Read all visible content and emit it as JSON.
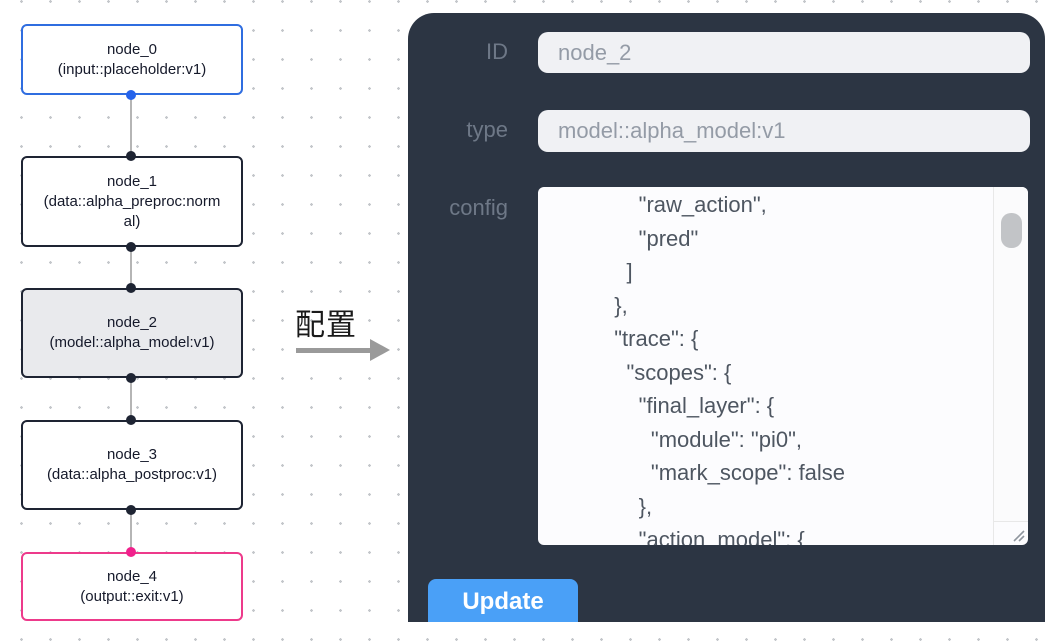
{
  "canvas": {
    "nodes": [
      {
        "name": "node_0",
        "type": "(input::placeholder:v1)",
        "variant": "input"
      },
      {
        "name": "node_1",
        "type": "(data::alpha_preproc:normal)",
        "variant": "default"
      },
      {
        "name": "node_2",
        "type": "(model::alpha_model:v1)",
        "variant": "selected"
      },
      {
        "name": "node_3",
        "type": "(data::alpha_postproc:v1)",
        "variant": "default"
      },
      {
        "name": "node_4",
        "type": "(output::exit:v1)",
        "variant": "output"
      }
    ]
  },
  "annotation": {
    "label": "配置"
  },
  "panel": {
    "fields": [
      {
        "label": "ID",
        "value": "node_2"
      },
      {
        "label": "type",
        "value": "model::alpha_model:v1"
      }
    ],
    "config_label": "config",
    "config_text": "      \"raw_action\",\n      \"pred\"\n    ]\n  },\n  \"trace\": {\n    \"scopes\": {\n      \"final_layer\": {\n        \"module\": \"pi0\",\n        \"mark_scope\": false\n      },\n      \"action_model\": {",
    "update_label": "Update"
  },
  "colors": {
    "panel_bg": "#2c3543",
    "accent_blue": "#4aa0f7",
    "input_node_border": "#2f6de0",
    "output_node_border": "#ed3a8b",
    "output_port": "#f0218c",
    "input_port": "#2563eb",
    "selected_node_bg": "#e9eaed"
  }
}
